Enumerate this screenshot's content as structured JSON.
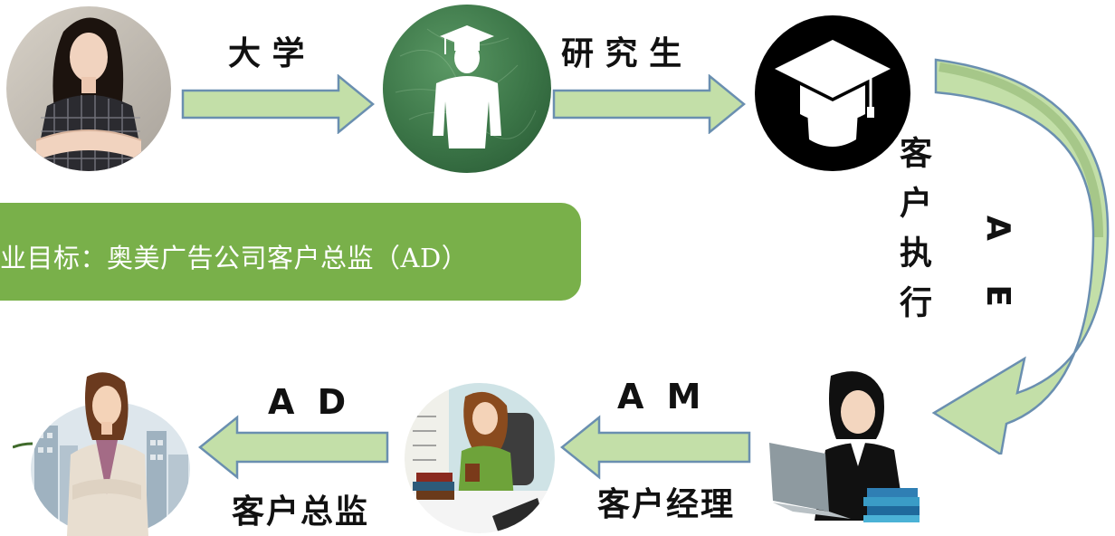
{
  "stages": {
    "university": "大 学",
    "graduate": "研 究 生",
    "ae_cn": "客户执行",
    "ae_en": "A E",
    "am_en": "A M",
    "am_cn": "客户经理",
    "ad_en": "A D",
    "ad_cn": "客户总监"
  },
  "goal": {
    "text": "业目标：奥美广告公司客户总监（AD）"
  },
  "colors": {
    "arrow_fill": "#c3dfa8",
    "arrow_stroke": "#6a8fb0",
    "banner": "#79b04a",
    "forest": "#3e7a4a",
    "black_circle": "#000000"
  }
}
